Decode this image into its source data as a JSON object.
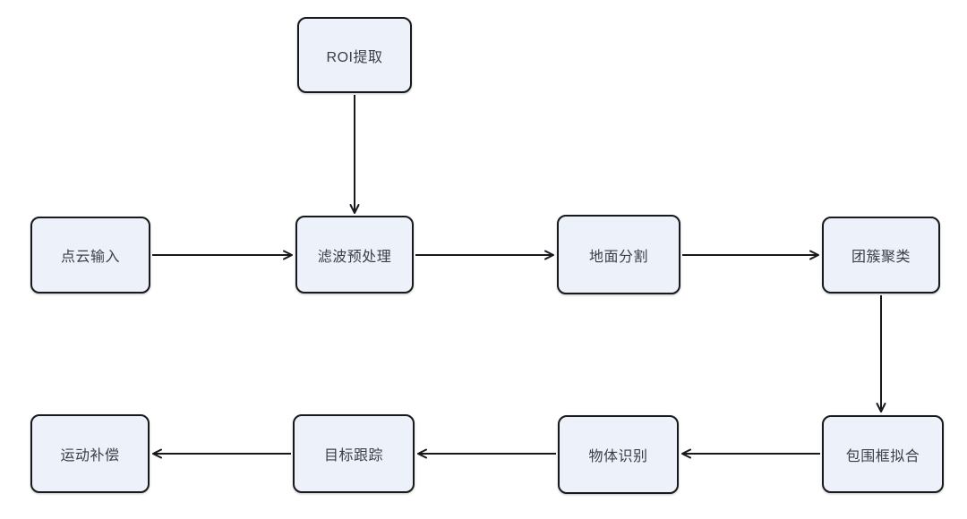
{
  "diagram": {
    "type": "flowchart",
    "colors": {
      "background": "#ffffff",
      "node_fill": "#edf1fa",
      "node_border": "#17191c",
      "node_text": "#3a3f46",
      "arrow": "#17191c"
    },
    "nodes": [
      {
        "id": "roi-extraction",
        "label": "ROI提取"
      },
      {
        "id": "point-cloud-input",
        "label": "点云输入"
      },
      {
        "id": "filter-preprocess",
        "label": "滤波预处理"
      },
      {
        "id": "ground-segmentation",
        "label": "地面分割"
      },
      {
        "id": "cluster-clustering",
        "label": "团簇聚类"
      },
      {
        "id": "bounding-box-fitting",
        "label": "包围框拟合"
      },
      {
        "id": "object-recognition",
        "label": "物体识别"
      },
      {
        "id": "target-tracking",
        "label": "目标跟踪"
      },
      {
        "id": "motion-compensation",
        "label": "运动补偿"
      }
    ],
    "edges": [
      {
        "from": "roi-extraction",
        "to": "filter-preprocess",
        "direction": "down"
      },
      {
        "from": "point-cloud-input",
        "to": "filter-preprocess",
        "direction": "right"
      },
      {
        "from": "filter-preprocess",
        "to": "ground-segmentation",
        "direction": "right"
      },
      {
        "from": "ground-segmentation",
        "to": "cluster-clustering",
        "direction": "right"
      },
      {
        "from": "cluster-clustering",
        "to": "bounding-box-fitting",
        "direction": "down"
      },
      {
        "from": "bounding-box-fitting",
        "to": "object-recognition",
        "direction": "left"
      },
      {
        "from": "object-recognition",
        "to": "target-tracking",
        "direction": "left"
      },
      {
        "from": "target-tracking",
        "to": "motion-compensation",
        "direction": "left"
      }
    ]
  }
}
